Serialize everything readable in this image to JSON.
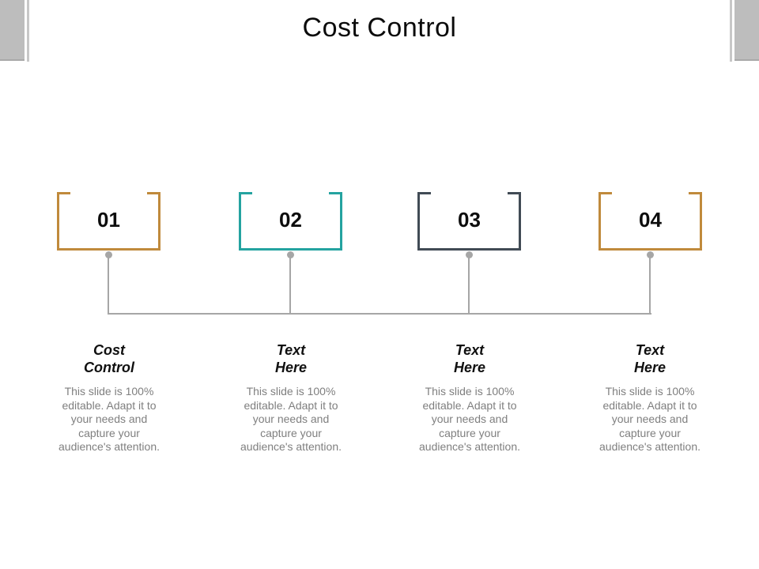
{
  "slide": {
    "title": "Cost Control",
    "columns": [
      {
        "number": "01",
        "heading": "Cost\nControl",
        "body": "This slide is 100% editable. Adapt it to your needs and capture your audience's attention.",
        "accent": "#c08a3c"
      },
      {
        "number": "02",
        "heading": "Text\nHere",
        "body": "This slide is 100% editable. Adapt it to your needs and capture your audience's attention.",
        "accent": "#24a3a0"
      },
      {
        "number": "03",
        "heading": "Text\nHere",
        "body": "This slide is 100% editable. Adapt it to your needs and capture your audience's attention.",
        "accent": "#414b55"
      },
      {
        "number": "04",
        "heading": "Text\nHere",
        "body": "This slide is 100% editable. Adapt it to your needs and capture your audience's attention.",
        "accent": "#c08a3c"
      }
    ],
    "colors": {
      "connector": "#a6a6a6",
      "corner_bar": "#bdbdbd",
      "body_text": "#7f7f7f",
      "title_text": "#0b0b0b"
    }
  }
}
